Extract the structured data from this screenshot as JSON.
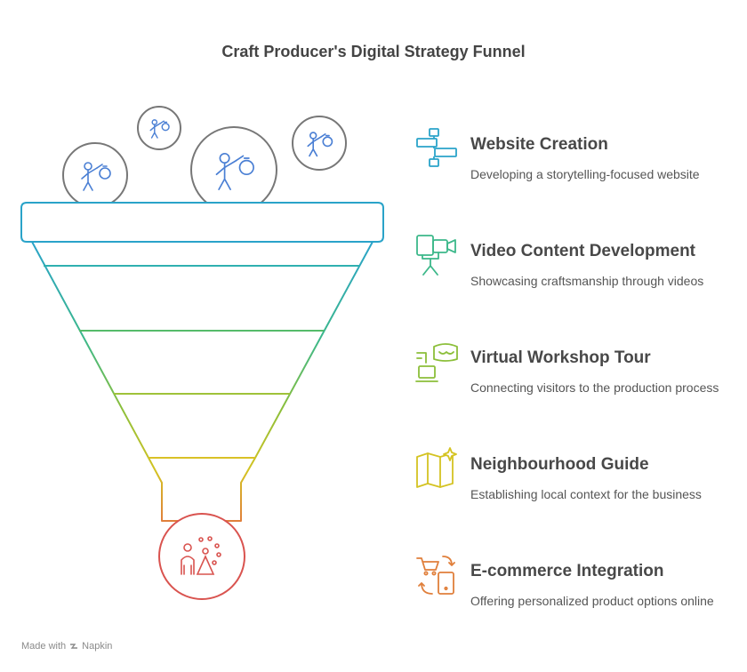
{
  "title": "Craft Producer's Digital Strategy Funnel",
  "stages": [
    {
      "title": "Website Creation",
      "description": "Developing a storytelling-focused website",
      "icon": "flowchart-icon",
      "color": "#2aa3c9"
    },
    {
      "title": "Video Content Development",
      "description": "Showcasing craftsmanship through videos",
      "icon": "video-camera-icon",
      "color": "#3cb88a"
    },
    {
      "title": "Virtual Workshop Tour",
      "description": "Connecting visitors to the production process",
      "icon": "vr-headset-icon",
      "color": "#8cbf3a"
    },
    {
      "title": "Neighbourhood Guide",
      "description": "Establishing local context for the business",
      "icon": "map-sparkle-icon",
      "color": "#d4c322"
    },
    {
      "title": "E-commerce Integration",
      "description": "Offering personalized product options online",
      "icon": "cart-phone-icon",
      "color": "#e07f3b"
    }
  ],
  "footer": {
    "prefix": "Made with",
    "brand": "Napkin"
  },
  "colors": {
    "funnel_top": "#2aa3c9",
    "funnel_bottom": "#e07f3b",
    "outcome_circle": "#d9534f",
    "bubble_stroke": "#777777",
    "figure_stroke": "#4a7fd4"
  }
}
